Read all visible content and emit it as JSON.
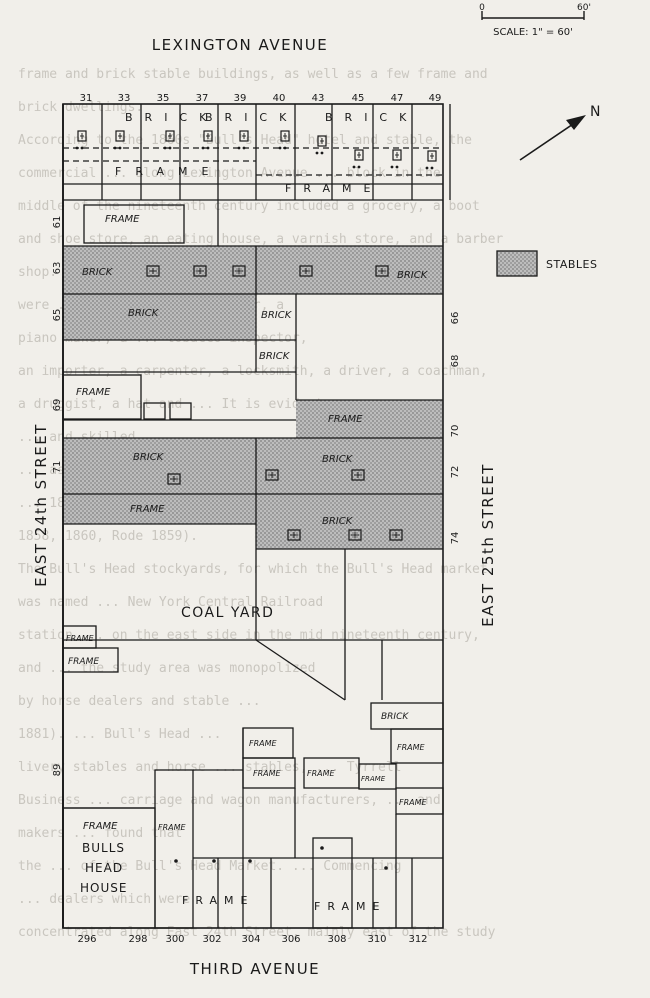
{
  "streets": {
    "north": "LEXINGTON AVENUE",
    "south": "THIRD AVENUE",
    "west": "EAST 24th STREET",
    "east": "EAST 25th STREET"
  },
  "scale": {
    "label": "SCALE: 1\" = 60'",
    "start": "0",
    "end": "60'"
  },
  "north_arrow": "N",
  "legend": {
    "label": "STABLES"
  },
  "lexington_lots": [
    "31",
    "33",
    "35",
    "37",
    "39",
    "40",
    "43",
    "45",
    "47",
    "49"
  ],
  "west_lots": [
    "61",
    "63",
    "65",
    "69",
    "71"
  ],
  "east_lots": [
    "66",
    "68",
    "70",
    "72",
    "74"
  ],
  "third_ave_lots": [
    "296",
    "298",
    "300",
    "302",
    "304",
    "306",
    "308",
    "310",
    "312"
  ],
  "west_low_lot": "89",
  "labels": {
    "brick": "BRICK",
    "frame": "FRAME",
    "coal_yard": "COAL YARD",
    "bulls_head_1": "BULLS",
    "bulls_head_2": "HEAD",
    "bulls_head_3": "HOUSE"
  },
  "background_text": [
    "frame and brick stable buildings, as well as a few frame and",
    "brick dwellings.",
    "According to the 1860s \"Bull's Head\" hotel and stable, the",
    "commercial ... along Lexington Avenue ... block in the",
    "middle of the nineteenth century included a grocery, a boot",
    "and shoe store, an eating house, a varnish store, and a barber",
    "shop. ... residents at that time",
    "were ... among others, a lawyer, a",
    "piano maker, a ... tobacco inspector,",
    "an importer, a carpenter, a locksmith, a driver, a coachman,",
    "a druggist, a hat and ... It is evident",
    "... and skilled",
    "... associated with the",
    "... 1854; Trow's",
    "1858, 1860, Rode 1859).",
    "The Bull's Head stockyards, for which the Bull's Head market",
    "was named ... New York Central Railroad",
    "station ... on the east side in the mid nineteenth century,",
    "and ... the study area was monopolized",
    "by horse dealers and stable ...",
    "1881). ... Bull's Head ...",
    "livery stables and horse ... stables, ... Tyrrell",
    "Business ... carriage and wagon manufacturers, ... and",
    "makers ... found that",
    "the ... of the Bull's Head Market. ... Commencing",
    "... dealers which were",
    "concentrated along East 24th Street, mainly east of the study"
  ],
  "colors": {
    "paper": "#f1efea",
    "ink": "#1a1a1a",
    "stipple": "#9c9c9c",
    "faint": "#c9c6bf"
  }
}
